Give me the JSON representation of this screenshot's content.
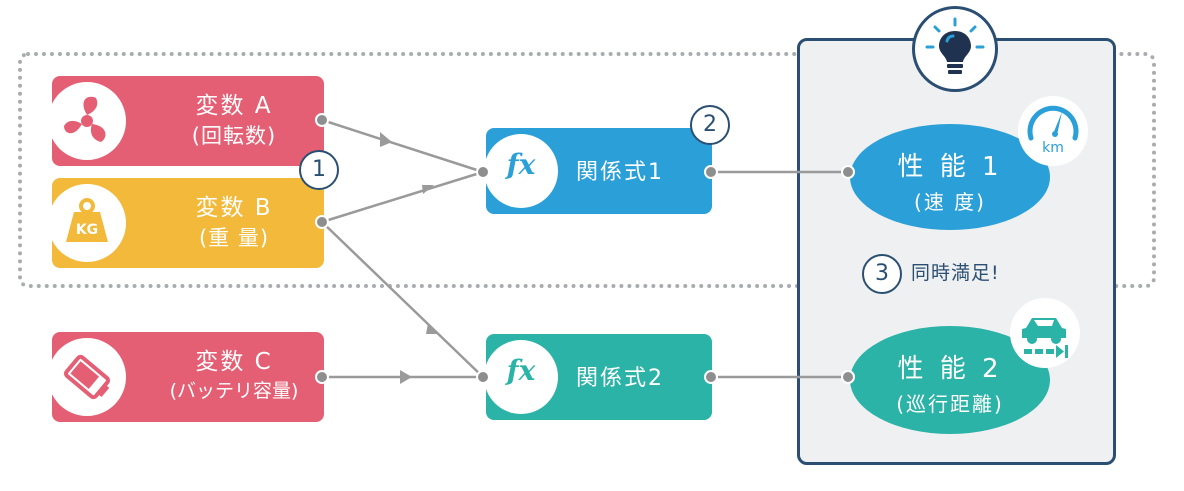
{
  "variables": [
    {
      "name": "変数 A",
      "desc": "(回転数)",
      "color": "#e55f74",
      "icon": "fan-icon"
    },
    {
      "name": "変数 B",
      "desc": "(重 量)",
      "color": "#f2b93a",
      "icon": "weight-icon",
      "icon_text": "KG"
    },
    {
      "name": "変数 C",
      "desc": "(バッテリ容量)",
      "color": "#e55f74",
      "icon": "battery-icon"
    }
  ],
  "functions": [
    {
      "icon_text": "fx",
      "label": "関係式1",
      "color": "#2a9fd8"
    },
    {
      "icon_text": "fx",
      "label": "関係式2",
      "color": "#2bb3a7"
    }
  ],
  "performance": [
    {
      "title": "性 能 1",
      "desc": "(速 度)",
      "color": "#2a9fd8",
      "icon": "speedometer-icon",
      "icon_text": "km"
    },
    {
      "title": "性 能 2",
      "desc": "(巡行距離)",
      "color": "#2bb3a7",
      "icon": "car-range-icon"
    }
  ],
  "markers": [
    "1",
    "2",
    "3"
  ],
  "satisfy_label": "同時満足!",
  "colors": {
    "panel_border": "#2b4f73",
    "panel_fill": "#eef0f2",
    "wire": "#9a9a9a",
    "dotted": "#a9acaf"
  }
}
